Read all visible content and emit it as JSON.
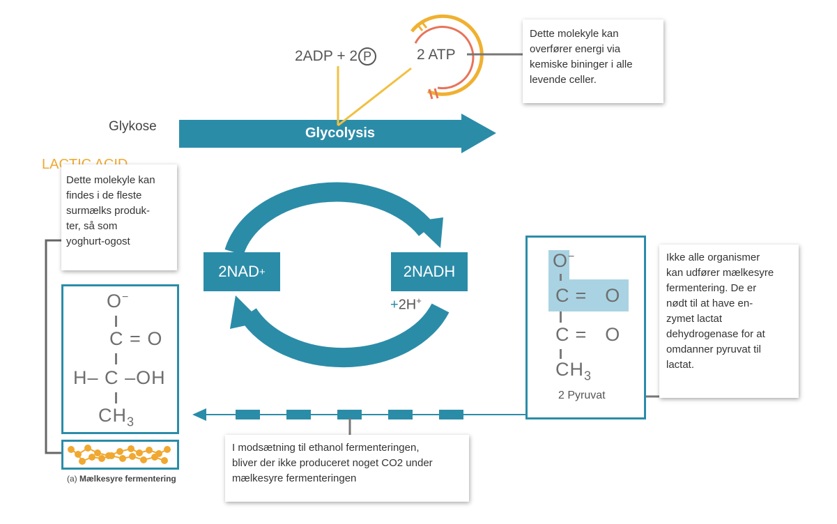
{
  "reaction": {
    "glucose_label": "Glykose",
    "process_label": "Glycolysis",
    "inputs_label": "2ADP + 2",
    "phosphate_symbol": "P",
    "atp_label": "2 ATP",
    "nad_label": "2NAD",
    "nad_superscript": "+",
    "nadh_label": "2NADH",
    "proton_prefix": "+",
    "proton_label": "2H",
    "proton_superscript": "+"
  },
  "lactic_acid": {
    "heading": "LACTIC ACID",
    "caption_letter": "(a)",
    "caption_text": "Mælkesyre fermentering",
    "formula": {
      "o_minus": "O",
      "o_minus_charge": "−",
      "carbonyl_c": "C",
      "carbonyl_bond": "=",
      "carbonyl_o": "O",
      "h": "H",
      "h_bond": "–",
      "center_c": "C",
      "oh_bond": "–",
      "oh": "OH",
      "ch": "CH",
      "ch_sub": "3"
    }
  },
  "pyruvate": {
    "label": "2 Pyruvat",
    "formula": {
      "o_minus": "O",
      "o_minus_charge": "−",
      "c1": "C",
      "c1_bond": "=",
      "o1": "O",
      "c2": "C",
      "c2_bond": "=",
      "o2": "O",
      "ch": "CH",
      "ch_sub": "3"
    }
  },
  "callouts": {
    "atp_note": [
      "Dette molekyle kan",
      "overfører energi via",
      "kemiske bininger i alle",
      "levende celler."
    ],
    "lactic_note": [
      "Dette molekyle kan",
      "findes i de fleste",
      "surmælks produk-",
      "ter, så som",
      "yoghurt-ogost"
    ],
    "pyruvate_note": [
      "Ikke alle organismer",
      "kan udfører mælkesyre",
      "fermentering. De er",
      "nødt til at have en-",
      "zymet lactat",
      "dehydrogenase for at",
      "omdanner pyruvat til",
      "lactat."
    ],
    "co2_note": [
      "I modsætning til ethanol fermenteringen,",
      "bliver der ikke produceret noget CO2 under",
      "mælkesyre fermenteringen"
    ]
  },
  "colors": {
    "teal": "#2b8ca8",
    "orange": "#f0a830",
    "yellow_line": "#f0c040",
    "red_ring": "#e8735a",
    "highlight": "#a9d3e2"
  }
}
